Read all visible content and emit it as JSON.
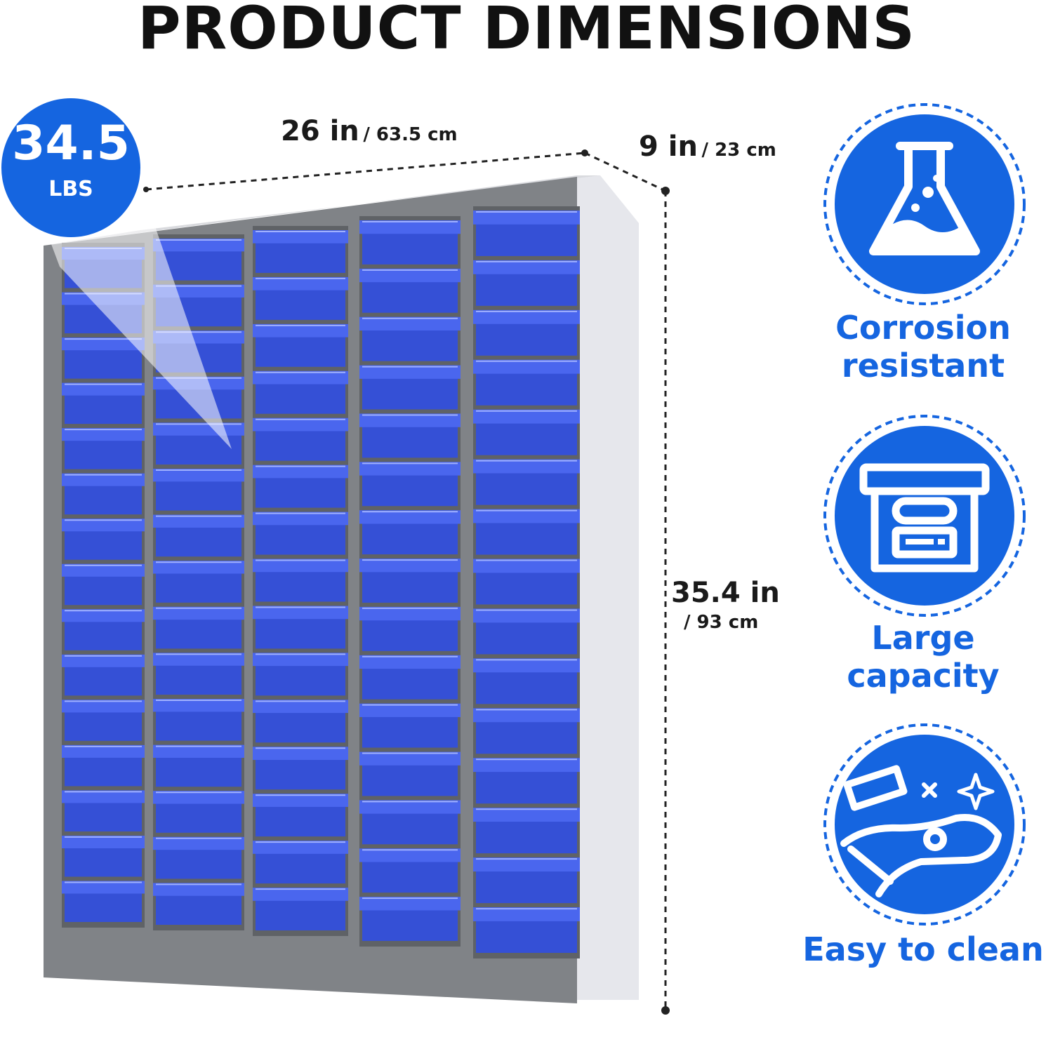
{
  "title": "PRODUCT DIMENSIONS",
  "weight": {
    "value": "34.5",
    "unit": "LBS"
  },
  "dimensions": {
    "width": {
      "imperial": "26 in",
      "metric": "/ 63.5 cm"
    },
    "depth": {
      "imperial": "9 in",
      "metric": "/ 23 cm"
    },
    "height": {
      "imperial": "35.4 in",
      "metric": "/ 93 cm"
    }
  },
  "features": [
    {
      "icon": "flask-icon",
      "label": "Corrosion resistant"
    },
    {
      "icon": "storage-box-icon",
      "label": "Large capacity"
    },
    {
      "icon": "cleaning-hand-icon",
      "label": "Easy to clean"
    }
  ],
  "colors": {
    "accent": "#1565e0",
    "drawer": "#3550d6",
    "cabinet": "#808387",
    "cabinet_side": "#e4e5ea"
  }
}
